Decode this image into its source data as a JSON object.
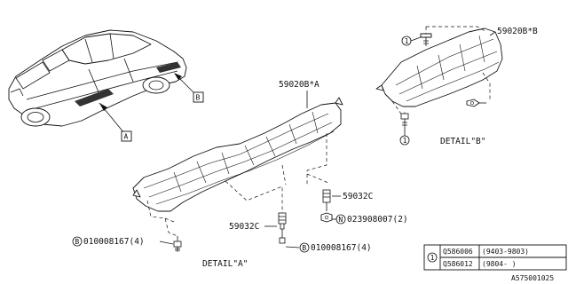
{
  "callouts": {
    "box_a": "A",
    "box_b": "B"
  },
  "parts": {
    "shield_a_code": "59020B*A",
    "shield_b_code": "59020B*B",
    "clip_upper": "59032C",
    "clip_lower": "59032C",
    "nut_label": "023908007(2)",
    "nut_marker": "N",
    "bolt_left": "010008167(4)",
    "bolt_right": "010008167(4)",
    "bolt_marker": "B",
    "one_marker": "1"
  },
  "details": {
    "detail_a": "DETAIL\"A\"",
    "detail_b": "DETAIL\"B\""
  },
  "table": {
    "marker": "1",
    "rows": [
      {
        "part": "Q586006",
        "range": "(9403-9803)"
      },
      {
        "part": "Q586012",
        "range": "(9804-    )"
      }
    ]
  },
  "footer": {
    "diagram_code": "A575001025"
  }
}
